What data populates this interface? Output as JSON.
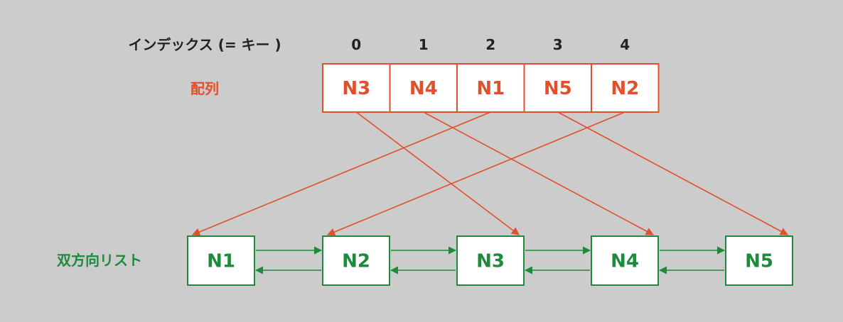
{
  "header": {
    "index_label": "インデックス (= キー )",
    "indices": [
      "0",
      "1",
      "2",
      "3",
      "4"
    ]
  },
  "array": {
    "label": "配列",
    "cells": [
      "N3",
      "N4",
      "N1",
      "N5",
      "N2"
    ],
    "color": "#e0502a"
  },
  "list": {
    "label": "双方向リスト",
    "nodes": [
      "N1",
      "N2",
      "N3",
      "N4",
      "N5"
    ],
    "color": "#1e8a3c"
  },
  "text_color": "#222222",
  "box_fill": "#ffffff"
}
